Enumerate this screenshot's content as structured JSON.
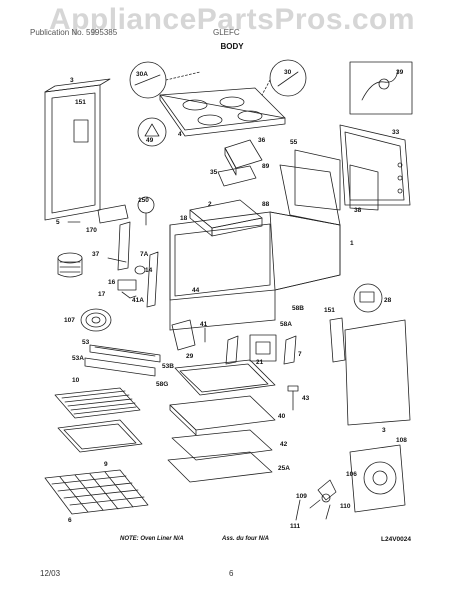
{
  "watermark": "AppliancePartsPros.com",
  "header": {
    "left": "Publication No. 5995385",
    "right": "GLEFC"
  },
  "section_title": "BODY",
  "callouts": [
    "30A",
    "30",
    "39",
    "3",
    "151",
    "4",
    "49",
    "33",
    "36",
    "55",
    "35",
    "89",
    "88",
    "5",
    "170",
    "38",
    "2",
    "18",
    "1",
    "150",
    "37",
    "7A",
    "16",
    "14",
    "17",
    "41A",
    "44",
    "28",
    "58B",
    "107",
    "41",
    "29",
    "151",
    "58A",
    "21",
    "7",
    "53",
    "53A",
    "53B",
    "58G",
    "43",
    "10",
    "40",
    "9",
    "3",
    "42",
    "108",
    "106",
    "25A",
    "109",
    "110",
    "6",
    "111"
  ],
  "notes": {
    "oven_liner": "NOTE: Oven Liner N/A",
    "four": "Ass. du four N/A"
  },
  "diagram_code": "L24V0024",
  "footer": {
    "date": "12/03",
    "page": "6"
  }
}
